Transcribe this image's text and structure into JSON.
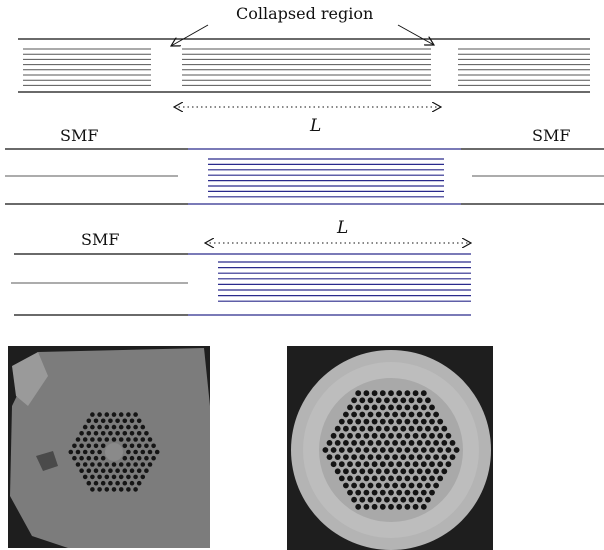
{
  "diagram": {
    "collapsed_region_label": "Collapsed region",
    "smf_left_label": "SMF",
    "smf_right_label": "SMF",
    "smf_bottom_label": "SMF",
    "length_label_top": "L",
    "length_label_bottom": "L"
  },
  "colors": {
    "line": "#111111",
    "grey_line": "#7a7a7a",
    "blue_line": "#2a2a8c",
    "fiber_cladding_left": "#7c7c7c",
    "fiber_cladding_right": "#b4b4b4"
  },
  "images": {
    "left_cross_section": "photonic-crystal-fiber-cross-section-with-collapsed-center",
    "right_cross_section": "photonic-crystal-fiber-cross-section-full-hole-array"
  }
}
